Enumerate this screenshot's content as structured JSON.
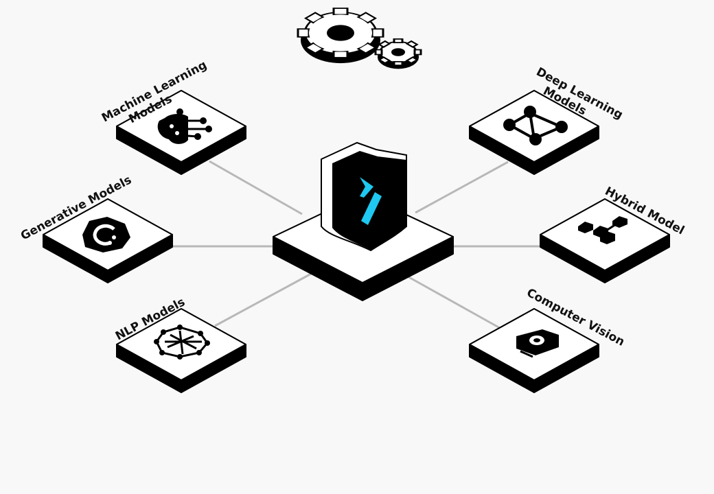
{
  "colors": {
    "background": "#f8f8f8",
    "accent": "#1ec8f0",
    "connector": "#b8b8b8"
  },
  "hub": {
    "name": "shield-logo"
  },
  "nodes": [
    {
      "id": "ml",
      "lines": [
        "Machine Learning",
        "Models"
      ],
      "icon": "circuit-brain-icon"
    },
    {
      "id": "dl",
      "lines": [
        "Deep Learning",
        "Models"
      ],
      "icon": "neural-network-icon"
    },
    {
      "id": "gen",
      "lines": [
        "Generative Models"
      ],
      "icon": "generative-hexagon-icon"
    },
    {
      "id": "hybrid",
      "lines": [
        "Hybrid Model"
      ],
      "icon": "hybrid-blocks-icon"
    },
    {
      "id": "nlp",
      "lines": [
        "NLP Models"
      ],
      "icon": "nlp-network-icon"
    },
    {
      "id": "cv",
      "lines": [
        "Computer Vision"
      ],
      "icon": "vision-camera-icon"
    }
  ]
}
